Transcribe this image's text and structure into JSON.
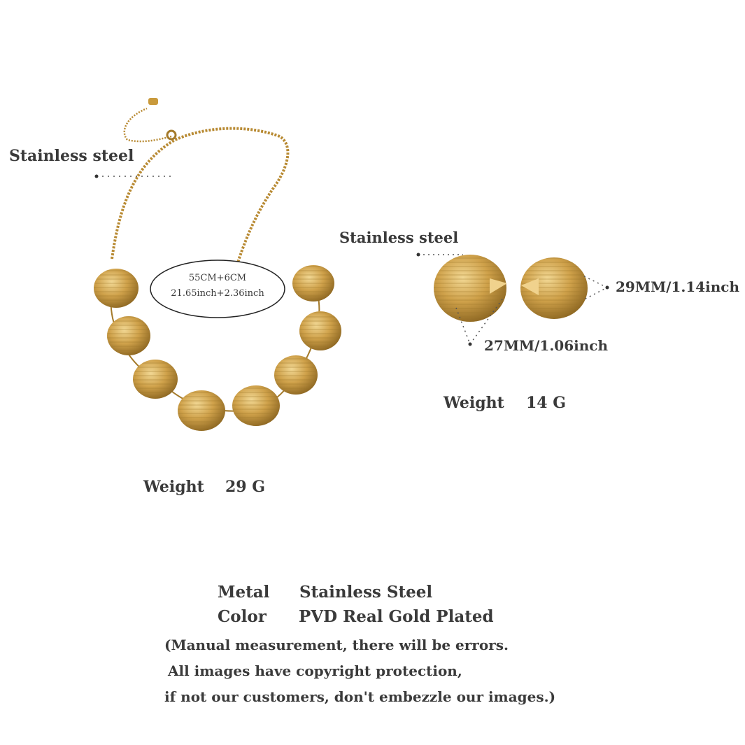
{
  "necklace": {
    "material_label": "Stainless steel",
    "length_cm": "55CM+6CM",
    "length_inch": "21.65inch+2.36inch",
    "weight_label": "Weight",
    "weight_value": "29 G"
  },
  "earrings": {
    "material_label": "Stainless steel",
    "height": "29MM/1.14inch",
    "width": "27MM/1.06inch",
    "weight_label": "Weight",
    "weight_value": "14 G"
  },
  "specs": {
    "metal_label": "Metal",
    "metal_value": "Stainless Steel",
    "color_label": "Color",
    "color_value": "PVD Real Gold Plated"
  },
  "note": {
    "line1": "(Manual measurement, there will be errors.",
    "line2": "All images have copyright protection,",
    "line3": "if not our customers, don't embezzle our images.)"
  },
  "colors": {
    "text": "#3a3a3a",
    "gold_light": "#e8c77a",
    "gold_mid": "#c99a3c",
    "gold_dark": "#8a6420"
  }
}
